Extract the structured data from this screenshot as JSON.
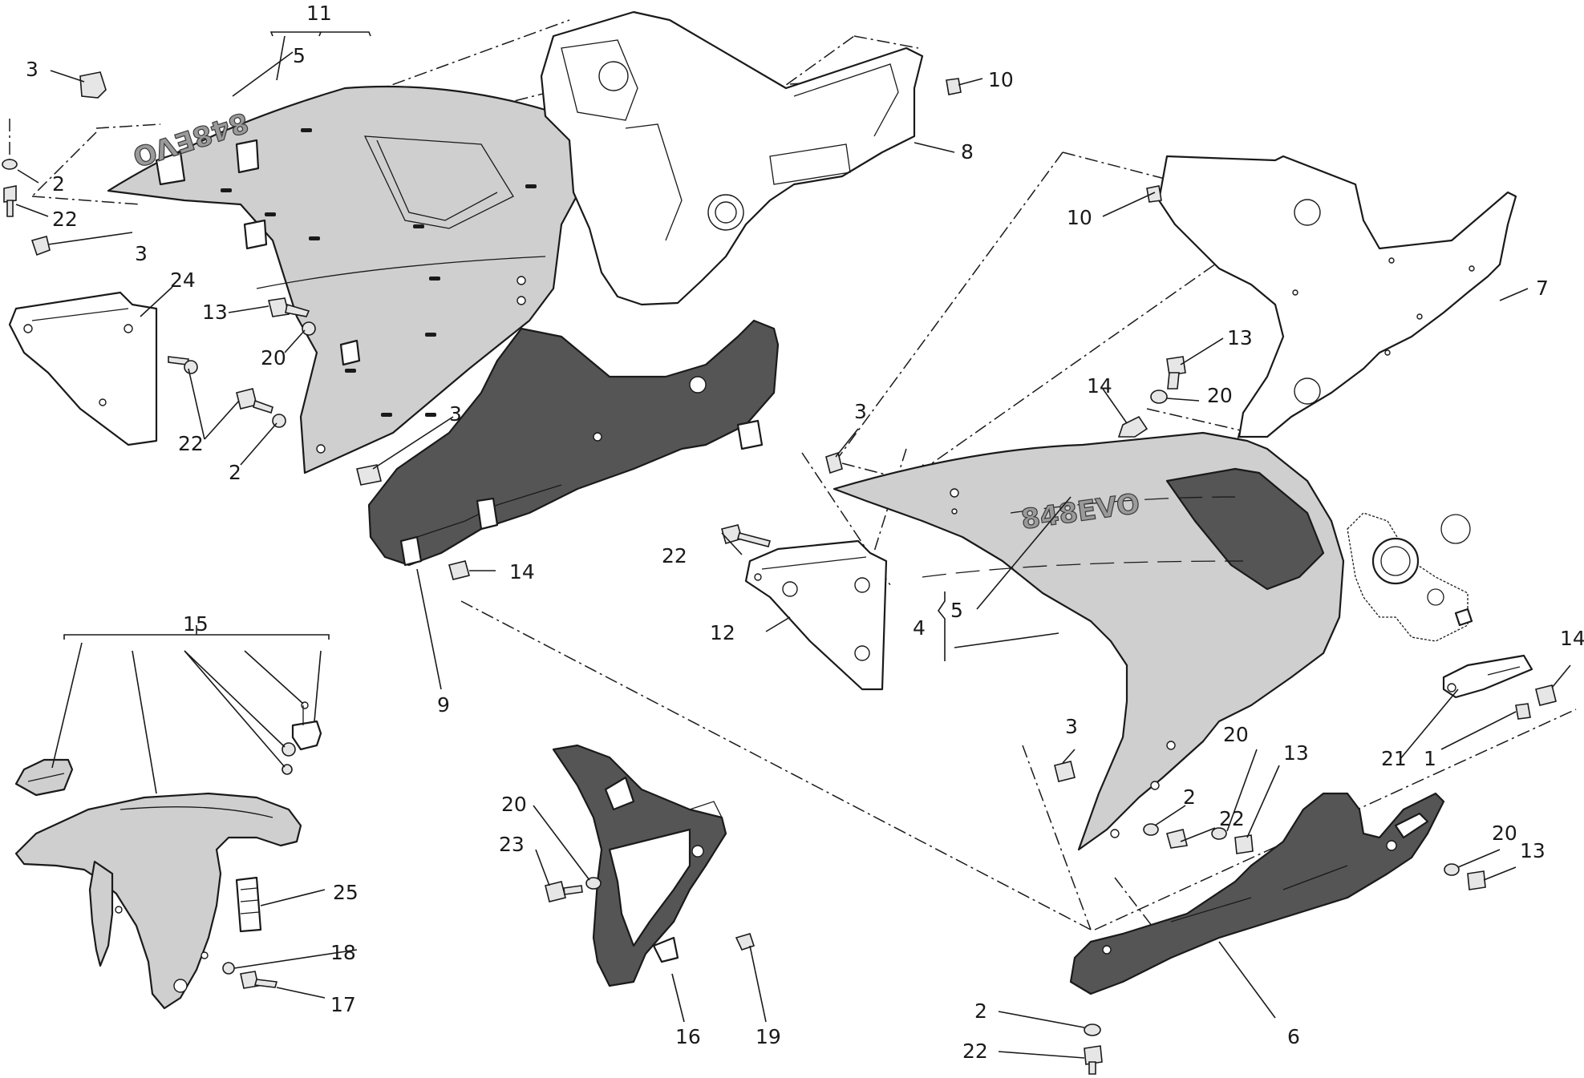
{
  "callouts": [
    {
      "id": "c1",
      "text": "1"
    },
    {
      "id": "c2a",
      "text": "2"
    },
    {
      "id": "c2b",
      "text": "2"
    },
    {
      "id": "c2c",
      "text": "2"
    },
    {
      "id": "c2d",
      "text": "2"
    },
    {
      "id": "c3a",
      "text": "3"
    },
    {
      "id": "c3b",
      "text": "3"
    },
    {
      "id": "c3c",
      "text": "3"
    },
    {
      "id": "c3d",
      "text": "3"
    },
    {
      "id": "c3e",
      "text": "3"
    },
    {
      "id": "c4",
      "text": "4"
    },
    {
      "id": "c5a",
      "text": "5"
    },
    {
      "id": "c5b",
      "text": "5"
    },
    {
      "id": "c6",
      "text": "6"
    },
    {
      "id": "c7",
      "text": "7"
    },
    {
      "id": "c8",
      "text": "8"
    },
    {
      "id": "c9",
      "text": "9"
    },
    {
      "id": "c10a",
      "text": "10"
    },
    {
      "id": "c10b",
      "text": "10"
    },
    {
      "id": "c11",
      "text": "11"
    },
    {
      "id": "c12",
      "text": "12"
    },
    {
      "id": "c13a",
      "text": "13"
    },
    {
      "id": "c13b",
      "text": "13"
    },
    {
      "id": "c13c",
      "text": "13"
    },
    {
      "id": "c13d",
      "text": "13"
    },
    {
      "id": "c14a",
      "text": "14"
    },
    {
      "id": "c14b",
      "text": "14"
    },
    {
      "id": "c14c",
      "text": "14"
    },
    {
      "id": "c15",
      "text": "15"
    },
    {
      "id": "c16",
      "text": "16"
    },
    {
      "id": "c17",
      "text": "17"
    },
    {
      "id": "c18",
      "text": "18"
    },
    {
      "id": "c19",
      "text": "19"
    },
    {
      "id": "c20a",
      "text": "20"
    },
    {
      "id": "c20b",
      "text": "20"
    },
    {
      "id": "c20c",
      "text": "20"
    },
    {
      "id": "c20d",
      "text": "20"
    },
    {
      "id": "c20e",
      "text": "20"
    },
    {
      "id": "c21",
      "text": "21"
    },
    {
      "id": "c22a",
      "text": "22"
    },
    {
      "id": "c22b",
      "text": "22"
    },
    {
      "id": "c22c",
      "text": "22"
    },
    {
      "id": "c22d",
      "text": "22"
    },
    {
      "id": "c22e",
      "text": "22"
    },
    {
      "id": "c23",
      "text": "23"
    },
    {
      "id": "c24",
      "text": "24"
    },
    {
      "id": "c25",
      "text": "25"
    }
  ],
  "decals": {
    "left_fairing": "848EVO",
    "right_fairing": "848EVO"
  },
  "colors": {
    "light_panel": "#cfcfcf",
    "dark_panel": "#555555",
    "line": "#1a1a1a",
    "background": "#ffffff"
  }
}
